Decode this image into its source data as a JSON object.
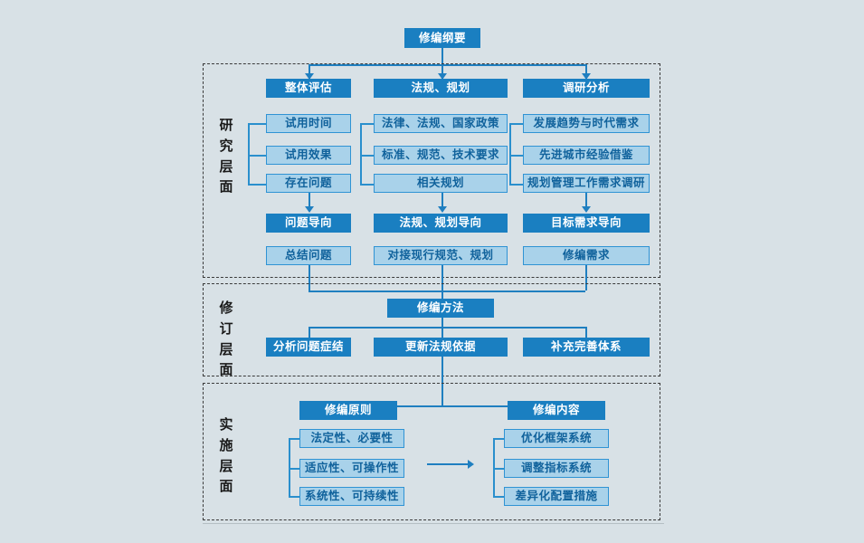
{
  "diagram": {
    "title_box": {
      "label": "修编纲要"
    },
    "layers": [
      {
        "id": "research",
        "title": "研究层面",
        "columns": [
          {
            "header": "整体评估",
            "items": [
              "试用时间",
              "试用效果",
              "存在问题"
            ],
            "orientation": "问题导向",
            "outcome": "总结问题"
          },
          {
            "header": "法规、规划",
            "items": [
              "法律、法规、国家政策",
              "标准、规范、技术要求",
              "相关规划"
            ],
            "orientation": "法规、规划导向",
            "outcome": "对接现行规范、规划"
          },
          {
            "header": "调研分析",
            "items": [
              "发展趋势与时代需求",
              "先进城市经验借鉴",
              "规划管理工作需求调研"
            ],
            "orientation": "目标需求导向",
            "outcome": "修编需求"
          }
        ]
      },
      {
        "id": "revision",
        "title": "修订层面",
        "header": "修编方法",
        "items": [
          "分析问题症结",
          "更新法规依据",
          "补充完善体系"
        ]
      },
      {
        "id": "implementation",
        "title": "实施层面",
        "groups": [
          {
            "header": "修编原则",
            "items": [
              "法定性、必要性",
              "适应性、可操作性",
              "系统性、可持续性"
            ]
          },
          {
            "header": "修编内容",
            "items": [
              "优化框架系统",
              "调整指标系统",
              "差异化配置措施"
            ]
          }
        ]
      }
    ],
    "colors": {
      "background": "#d8e1e6",
      "box_dark": "#1a7fc1",
      "box_light": "#a9d2ea",
      "box_light_border": "#2f93d4",
      "box_light_text": "#10629c",
      "connector": "#1f7fc0",
      "frame_border": "#3a3a3a"
    }
  }
}
